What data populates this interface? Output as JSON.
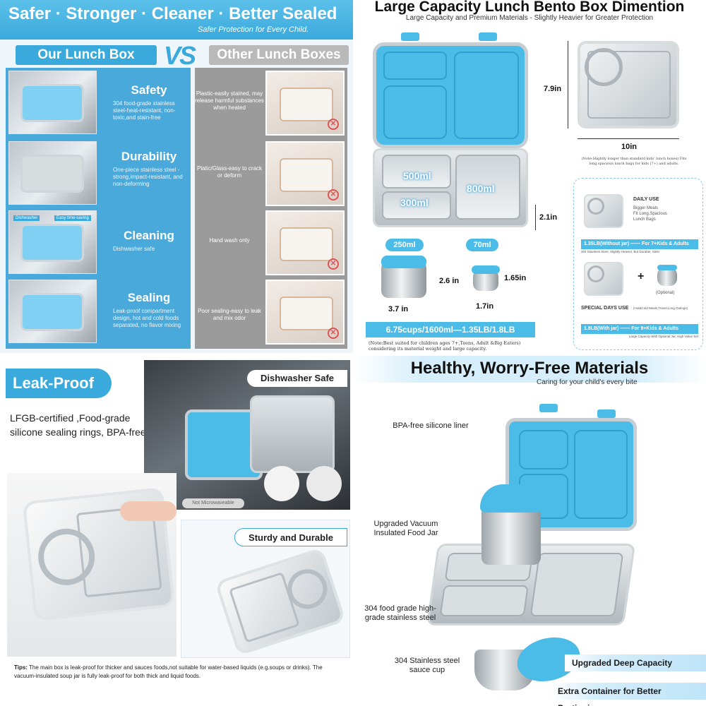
{
  "panel1": {
    "title": "Safer · Stronger · Cleaner · Better Sealed",
    "subtitle": "Safer Protection for Every Child.",
    "ours_tab": "Our Lunch Box",
    "vs": "VS",
    "other_tab": "Other Lunch Boxes",
    "features": [
      {
        "name": "Safety",
        "desc": "304 food-grade stainless steel-heat-resistant, non-toxic,and stain-free"
      },
      {
        "name": "Durability",
        "desc": "One-piece stainless steel -strong,impact-resistant, and non-deforming"
      },
      {
        "name": "Cleaning",
        "desc": "Dishwasher safe"
      },
      {
        "name": "Sealing",
        "desc": "Leak-proof compartment design, hot and cold foods separated, no flavor mixing"
      }
    ],
    "photo_tags": [
      "Dishwasher",
      "Easy time-saving"
    ],
    "others": [
      {
        "desc": "Plastic-easily stained, may release harmful substances when heated"
      },
      {
        "desc": "Platic/Glass-easy to crack or deform"
      },
      {
        "desc": "Hand wash only"
      },
      {
        "desc": "Poor sealing-easy to leak and mix odor"
      }
    ]
  },
  "panel2": {
    "title": "Large Capacity Lunch Bento Box Dimention",
    "subtitle": "Large Capacity and Premium Materials - Slightly Heavier for Greater Protection",
    "compartments": [
      "500ml",
      "300ml",
      "800ml"
    ],
    "height": "7.9in",
    "width": "10in",
    "depth": "2.1in",
    "jar_large": {
      "vol": "250ml",
      "h": "2.6 in",
      "w": "3.7 in"
    },
    "jar_small": {
      "vol": "70ml",
      "h": "1.65in",
      "w": "1.7in"
    },
    "capacity": "6.75cups/1600ml—1.35LB/1.8LB",
    "note": "(Note:Best suited for children ages 7+,Teens, Adult &Big Eaters) considering its material weight and large capacity.",
    "size_note": "(Note:Slightly longer than standard kids' lunch boxes) Fits long,spacious lunch bags for kids (7+) and adults.",
    "daily": {
      "title": "DAILY USE",
      "lines": [
        "Bigger Meals",
        "Fit Long,Spacious",
        "Lunch Bags"
      ],
      "bar": "1.35LB(Without jar) —— For 7+Kids & Adults",
      "small": "304 Stainless Steel, Slightly Heavier, But Durable, Safer"
    },
    "special": {
      "title": "SPECIAL DAYS USE",
      "title_extra": "(Hot&Cold Meals,Travel,Long Outings)",
      "plus": "+",
      "optional": "(Optional)",
      "bar": "1.8LB(With jar) —— For 9+Kids & Adults",
      "small": "Large Capacity With Optional Jar, High-Value Set"
    }
  },
  "panel3": {
    "badge": "Leak-Proof",
    "text": "LFGB-certified ,Food-grade silicone sealing rings, BPA-free",
    "dishwasher": "Dishwasher Safe",
    "not_micro": "Not Microwaveable",
    "sturdy": "Sturdy and Durable",
    "tips_label": "Tips:",
    "tips": "The main box is leak-proof for thicker and sauces foods,not suitable for water-based liquids (e.g.soups or drinks). The vacuum-insulated soup jar is fully leak-proof for both thick and liquid foods."
  },
  "panel4": {
    "title": "Healthy, Worry-Free Materials",
    "subtitle": "Caring for your child's every bite",
    "callouts": [
      "BPA-free silicone liner",
      "Upgraded Vacuum Insulated Food Jar",
      "304 food grade high-grade stainless steel",
      "304 Stainless steel sauce cup"
    ],
    "ribbons": [
      "Upgraded Deep Capacity",
      "Extra Container for Better Portioning"
    ]
  },
  "colors": {
    "accent": "#3aa9dc",
    "light_blue": "#4bbbe8",
    "gray": "#9b9b9b"
  }
}
